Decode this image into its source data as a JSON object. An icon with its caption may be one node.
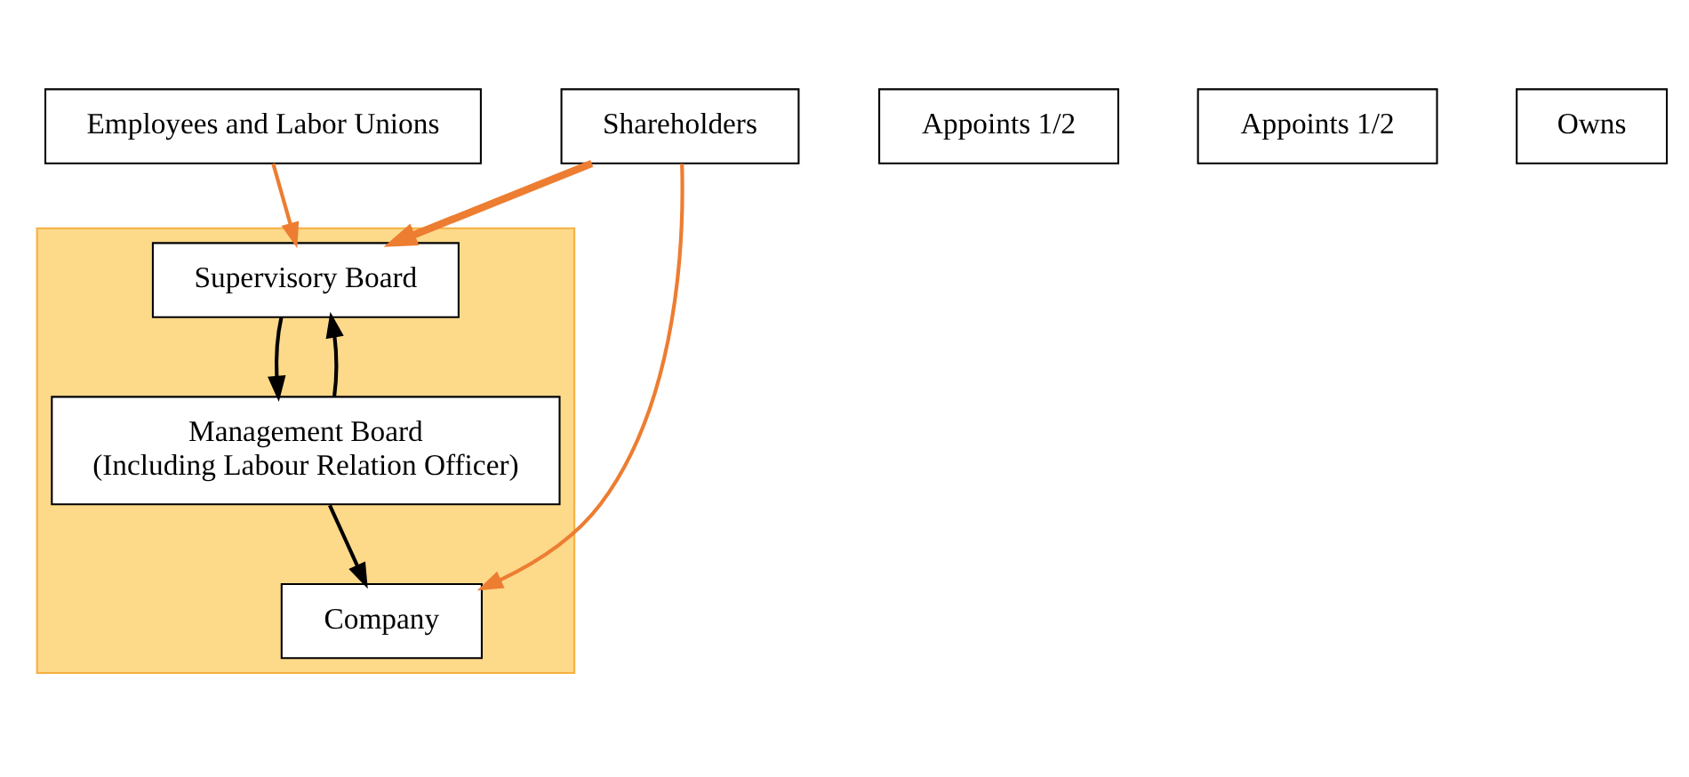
{
  "diagram": {
    "nodes": [
      {
        "text": [],
        "shape": "box"
      },
      {
        "text": [
          "Supervisory Board"
        ],
        "in": 0
      },
      {
        "text": [
          "Management Board",
          "(Including Labour Relation Officer)"
        ],
        "in": 0
      },
      {
        "text": [
          "Company"
        ],
        "in": 0
      },
      {
        "text": [
          "Appoints 1/2"
        ]
      },
      {
        "text": [
          "Employees and Labor Unions"
        ]
      },
      {
        "text": [
          "Appoints 1/2"
        ]
      },
      {
        "text": [
          "Owns"
        ]
      },
      {
        "text": [
          "Shareholders"
        ]
      }
    ],
    "edges": [
      {
        "from": 1,
        "to": 2,
        "arrow": "to"
      },
      {
        "from": 2,
        "to": 1,
        "arrow": "to"
      },
      {
        "from": 2,
        "to": 3,
        "arrow": "to"
      },
      {
        "from": 5,
        "to": 1,
        "arrow": "to",
        "color": "#ed7d31"
      },
      {
        "from": 8,
        "to": 1,
        "arrow": "to",
        "style": "thick",
        "color": "#ed7d31"
      },
      {
        "from": 8,
        "to": 3,
        "arrow": "to",
        "color": "#ed7d31"
      }
    ]
  }
}
